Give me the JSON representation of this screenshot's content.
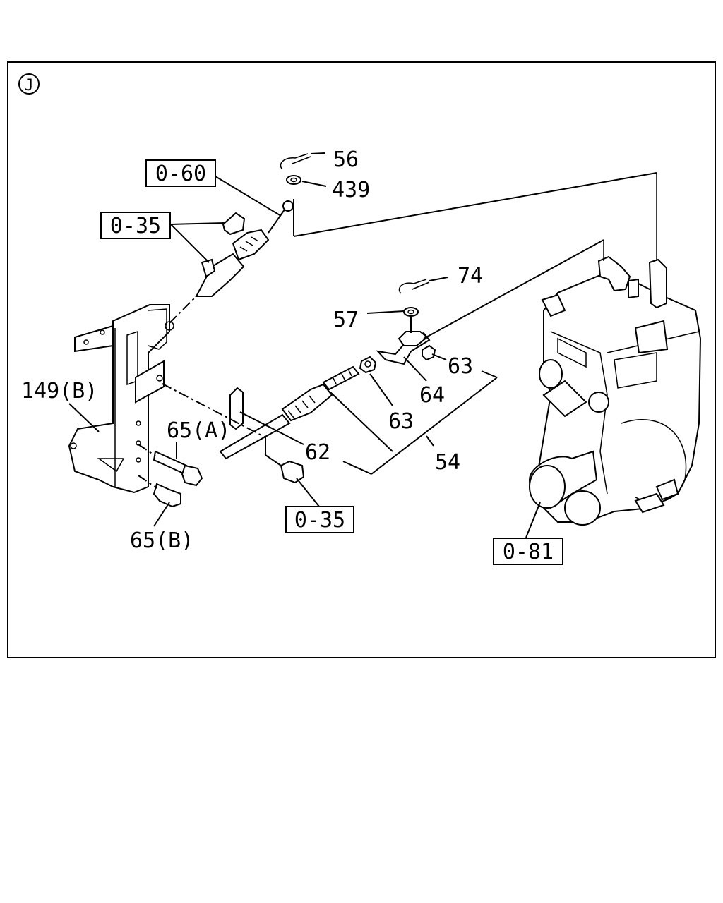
{
  "view_marker": "J",
  "reference_boxes": {
    "ref_0_60": "0-60",
    "ref_0_35_top": "0-35",
    "ref_0_35_bottom": "0-35",
    "ref_0_81": "0-81"
  },
  "part_labels": {
    "p56": "56",
    "p439": "439",
    "p74": "74",
    "p57": "57",
    "p63_right": "63",
    "p64": "64",
    "p63_center": "63",
    "p54": "54",
    "p62": "62",
    "p149b": "149(B)",
    "p65a": "65(A)",
    "p65b": "65(B)"
  }
}
